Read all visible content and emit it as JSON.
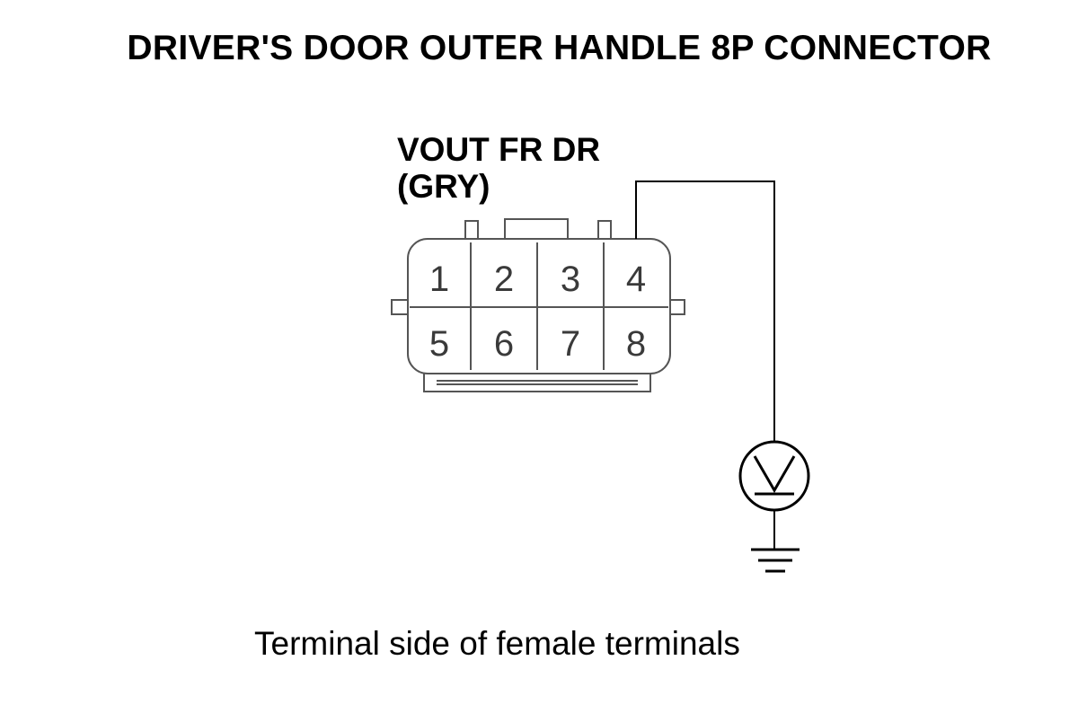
{
  "title": "DRIVER'S DOOR OUTER HANDLE 8P CONNECTOR",
  "wire_label": {
    "line1": "VOUT FR DR",
    "line2": "(GRY)"
  },
  "connector": {
    "pins_top": [
      "1",
      "2",
      "3",
      "4"
    ],
    "pins_bottom": [
      "5",
      "6",
      "7",
      "8"
    ],
    "probed_pin": "4"
  },
  "meter": {
    "symbol": "V",
    "icon": "voltmeter-icon"
  },
  "ground": {
    "icon": "ground-icon"
  },
  "caption": "Terminal side of female terminals"
}
